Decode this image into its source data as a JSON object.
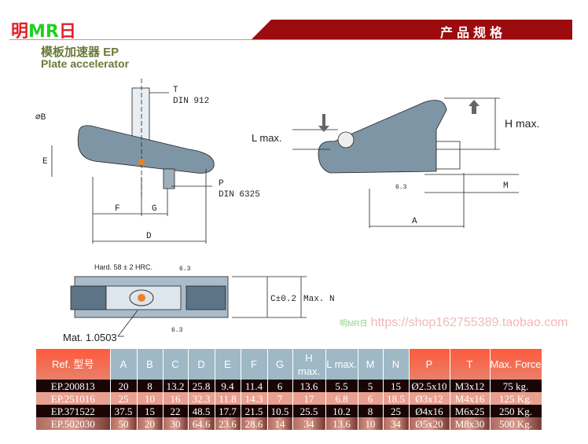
{
  "header": {
    "logo_left": "明",
    "logo_mid": "MR",
    "logo_right": "日",
    "banner": "产品规格",
    "title_cn": "模板加速器 EP",
    "title_en": "Plate accelerator"
  },
  "watermark": {
    "text": "https://shop162755389.taobao.com",
    "logo": "明MR日"
  },
  "drawing": {
    "t_label": "T",
    "t_std": "DIN 912",
    "p_label": "P",
    "p_std": "DIN 6325",
    "dia_b": "⌀B",
    "e": "E",
    "f": "F",
    "g": "G",
    "d": "D",
    "l_max": "L max.",
    "h_max": "H max.",
    "m": "M",
    "a": "A",
    "roughness": "6.3",
    "hard": "Hard. 58 ± 2 HRC.",
    "c": "C±0.2",
    "max_n": "Max. N",
    "mat": "Mat. 1.0503"
  },
  "table": {
    "headers": [
      "Ref. 型号",
      "A",
      "B",
      "C",
      "D",
      "E",
      "F",
      "G",
      "H max.",
      "L max.",
      "M",
      "N",
      "P",
      "T",
      "Max. Force"
    ],
    "rows": [
      [
        "EP.200813",
        "20",
        "8",
        "13.2",
        "25.8",
        "9.4",
        "11.4",
        "6",
        "13.6",
        "5.5",
        "5",
        "15",
        "Ø2.5x10",
        "M3x12",
        "75 kg."
      ],
      [
        "EP.251016",
        "25",
        "10",
        "16",
        "32.3",
        "11.8",
        "14.3",
        "7",
        "17",
        "6.8",
        "6",
        "18.5",
        "Ø3x12",
        "M4x16",
        "125 Kg."
      ],
      [
        "EP.371522",
        "37.5",
        "15",
        "22",
        "48.5",
        "17.7",
        "21.5",
        "10.5",
        "25.5",
        "10.2",
        "8",
        "25",
        "Ø4x16",
        "M6x25",
        "250 Kg."
      ],
      [
        "EP.502030",
        "50",
        "20",
        "30",
        "64.6",
        "23.6",
        "28.6",
        "14",
        "34",
        "13.6",
        "10",
        "34",
        "Ø5x20",
        "M8x30",
        "500 Kg."
      ]
    ]
  }
}
